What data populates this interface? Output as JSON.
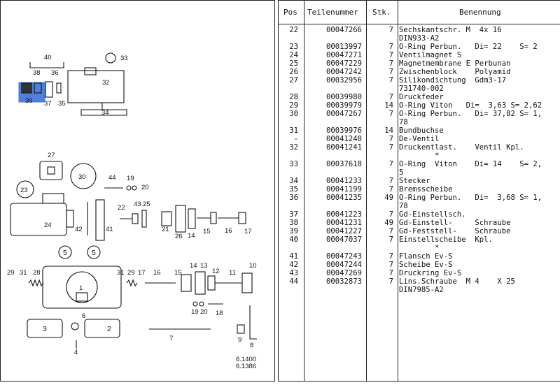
{
  "drawing": {
    "labels": [
      "40",
      "38",
      "36",
      "33",
      "32",
      "39",
      "37",
      "35",
      "34",
      "27",
      "30",
      "44",
      "19",
      "20",
      "23",
      "24",
      "42",
      "41",
      "22",
      "43",
      "25",
      "21",
      "26",
      "14",
      "15",
      "16",
      "17",
      "5",
      "5",
      "29",
      "31",
      "28",
      "1",
      "31",
      "29",
      "17",
      "16",
      "15",
      "14",
      "13",
      "12",
      "11",
      "10",
      "6",
      "3",
      "2",
      "4",
      "19",
      "20",
      "18",
      "7",
      "9",
      "8"
    ],
    "ref_code_1": "6.1400",
    "ref_code_2": "6.1386"
  },
  "table": {
    "headers": {
      "pos": "Pos",
      "teilenummer": "Teilenummer",
      "stk": "Stk.",
      "benennung": "Benennung"
    },
    "rows": [
      {
        "pos": "22",
        "num": "00047266",
        "qty": "7",
        "desc": "Sechskantschr. M  4x 16",
        "desc2": "DIN933-A2"
      },
      {
        "pos": "23",
        "num": "00013997",
        "qty": "7",
        "desc": "O-Ring Perbun.   Di= 22    S= 2"
      },
      {
        "pos": "24",
        "num": "00047271",
        "qty": "7",
        "desc": "Ventilmagnet S"
      },
      {
        "pos": "25",
        "num": "00047229",
        "qty": "7",
        "desc": "Magnetmembrane E Perbunan"
      },
      {
        "pos": "26",
        "num": "00047242",
        "qty": "7",
        "desc": "Zwischenblock    Polyamid"
      },
      {
        "pos": "27",
        "num": "00032956",
        "qty": "7",
        "desc": "Silikondichtung  Gdm3-17",
        "desc2": "731740-002"
      },
      {
        "pos": "28",
        "num": "00039980",
        "qty": "7",
        "desc": "Druckfeder"
      },
      {
        "pos": "29",
        "num": "00039979",
        "qty": "14",
        "desc": "O-Ring Viton   Di=  3,63 S= 2,62"
      },
      {
        "pos": "30",
        "num": "00047267",
        "qty": "7",
        "desc": "O-Ring Perbun.   Di= 37,82 S= 1,",
        "desc2": "78"
      },
      {
        "pos": "31",
        "num": "00039976",
        "qty": "14",
        "desc": "Bundbuchse"
      },
      {
        "pos": "-",
        "num": "00041240",
        "qty": "7",
        "desc": "De-Ventil"
      },
      {
        "pos": "32",
        "num": "00041241",
        "qty": "7",
        "desc": "Druckentlast.    Ventil Kpl.",
        "desc2": "        *"
      },
      {
        "pos": "33",
        "num": "00037618",
        "qty": "7",
        "desc": "O-Ring  Viton    Di= 14    S= 2,",
        "desc2": "5"
      },
      {
        "pos": "34",
        "num": "00041233",
        "qty": "7",
        "desc": "Stecker"
      },
      {
        "pos": "35",
        "num": "00041199",
        "qty": "7",
        "desc": "Bremsscheibe"
      },
      {
        "pos": "36",
        "num": "00041235",
        "qty": "49",
        "desc": "O-Ring Perbun.   Di=  3,68 S= 1,",
        "desc2": "78"
      },
      {
        "pos": "37",
        "num": "00041223",
        "qty": "7",
        "desc": "Gd-Einstellsch."
      },
      {
        "pos": "38",
        "num": "00041231",
        "qty": "49",
        "desc": "Gd-Einstell-     Schraube"
      },
      {
        "pos": "39",
        "num": "00041227",
        "qty": "7",
        "desc": "Gd-Feststell-    Schraube"
      },
      {
        "pos": "40",
        "num": "00047037",
        "qty": "7",
        "desc": "Einstellscheibe  Kpl.",
        "desc2": "        *"
      },
      {
        "pos": "41",
        "num": "00047243",
        "qty": "7",
        "desc": "Flansch Ev-S"
      },
      {
        "pos": "42",
        "num": "00047244",
        "qty": "7",
        "desc": "Scheibe Ev-S"
      },
      {
        "pos": "43",
        "num": "00047269",
        "qty": "7",
        "desc": "Druckring Ev-S"
      },
      {
        "pos": "44",
        "num": "00032873",
        "qty": "7",
        "desc": "Lins.Schraube  M 4    X 25",
        "desc2": "DIN7985-A2"
      }
    ]
  },
  "colors": {
    "highlight": "#4f7fd9",
    "ink": "#111111"
  }
}
